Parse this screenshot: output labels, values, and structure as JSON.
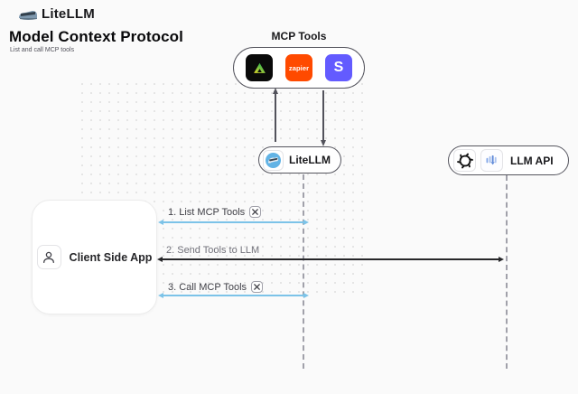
{
  "header": {
    "brand": "LiteLLM",
    "title": "Model Context Protocol",
    "subtitle": "List and call MCP tools"
  },
  "mcp": {
    "label": "MCP Tools",
    "zapier_text": "zapier",
    "stripe_text": "S"
  },
  "nodes": {
    "litellm_label": "LiteLLM",
    "llm_api_label": "LLM API",
    "client_label": "Client Side App"
  },
  "sequence": {
    "step1": "1. List MCP Tools",
    "step2": "2. Send Tools to LLM",
    "step3": "3. Call MCP Tools"
  },
  "colors": {
    "blue_arrow": "#7cc3e8",
    "dark_arrow": "#27272a",
    "connector_gray": "#52525b",
    "zapier_orange": "#ff4a00",
    "stripe_purple": "#635bff",
    "litellm_blue": "#62b3e5",
    "background": "#fafafa"
  }
}
